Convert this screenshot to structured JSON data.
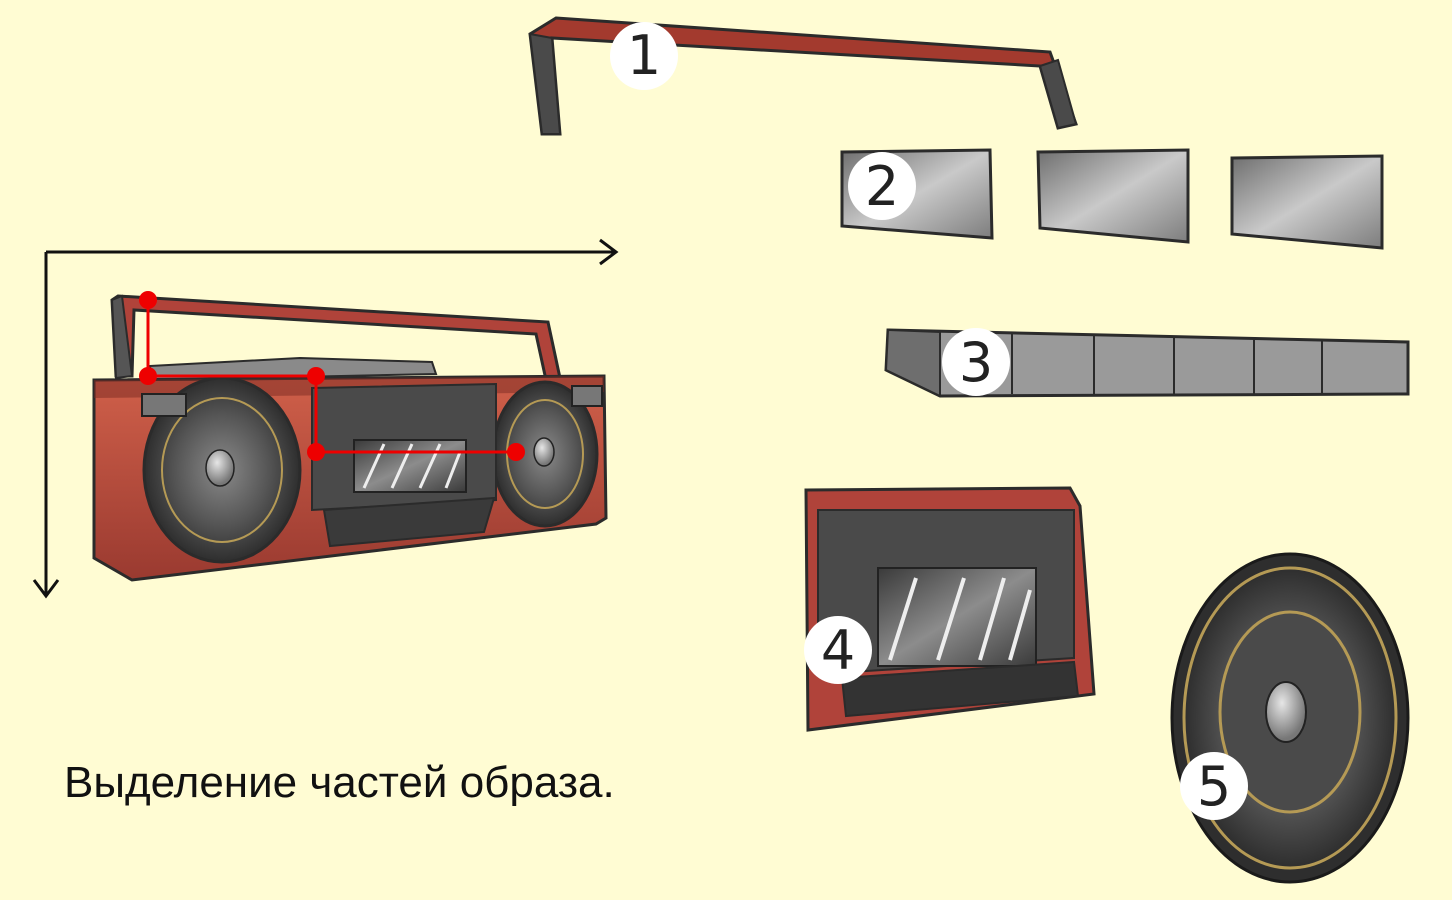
{
  "caption": "Выделение частей образа.",
  "parts": [
    {
      "id": "handle",
      "number": "1"
    },
    {
      "id": "button-panel",
      "number": "2"
    },
    {
      "id": "top-strip",
      "number": "3"
    },
    {
      "id": "cassette-deck",
      "number": "4"
    },
    {
      "id": "speaker",
      "number": "5"
    }
  ],
  "colors": {
    "background": "#fffcd3",
    "body_red": "#b8473a",
    "handle_red": "#a33a2e",
    "outline": "#2b2b2b",
    "speaker_dark": "#3e3e3e",
    "gold_ring": "#b59a55",
    "grey_panel": "#9a9a9a",
    "highlight_red": "#ee0000"
  }
}
